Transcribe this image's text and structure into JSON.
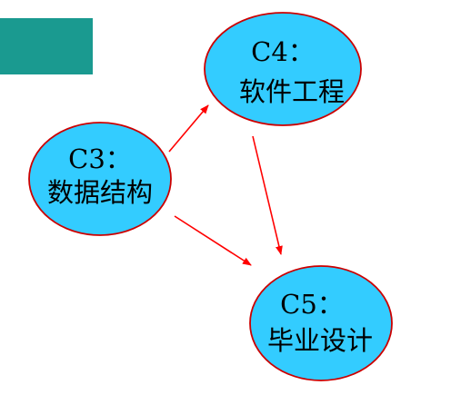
{
  "colors": {
    "accent_block": "#1a9a90",
    "node_fill": "#33ccff",
    "node_stroke": "#cc0000",
    "arrow": "#ff0000"
  },
  "nodes": [
    {
      "id": "c3",
      "line1": "C3：",
      "line2": "数据结构"
    },
    {
      "id": "c4",
      "line1": "C4：",
      "line2": "软件工程"
    },
    {
      "id": "c5",
      "line1": "C5：",
      "line2": "毕业设计"
    }
  ],
  "edges": [
    {
      "from": "c3",
      "to": "c4"
    },
    {
      "from": "c3",
      "to": "c5"
    },
    {
      "from": "c4",
      "to": "c5"
    }
  ]
}
